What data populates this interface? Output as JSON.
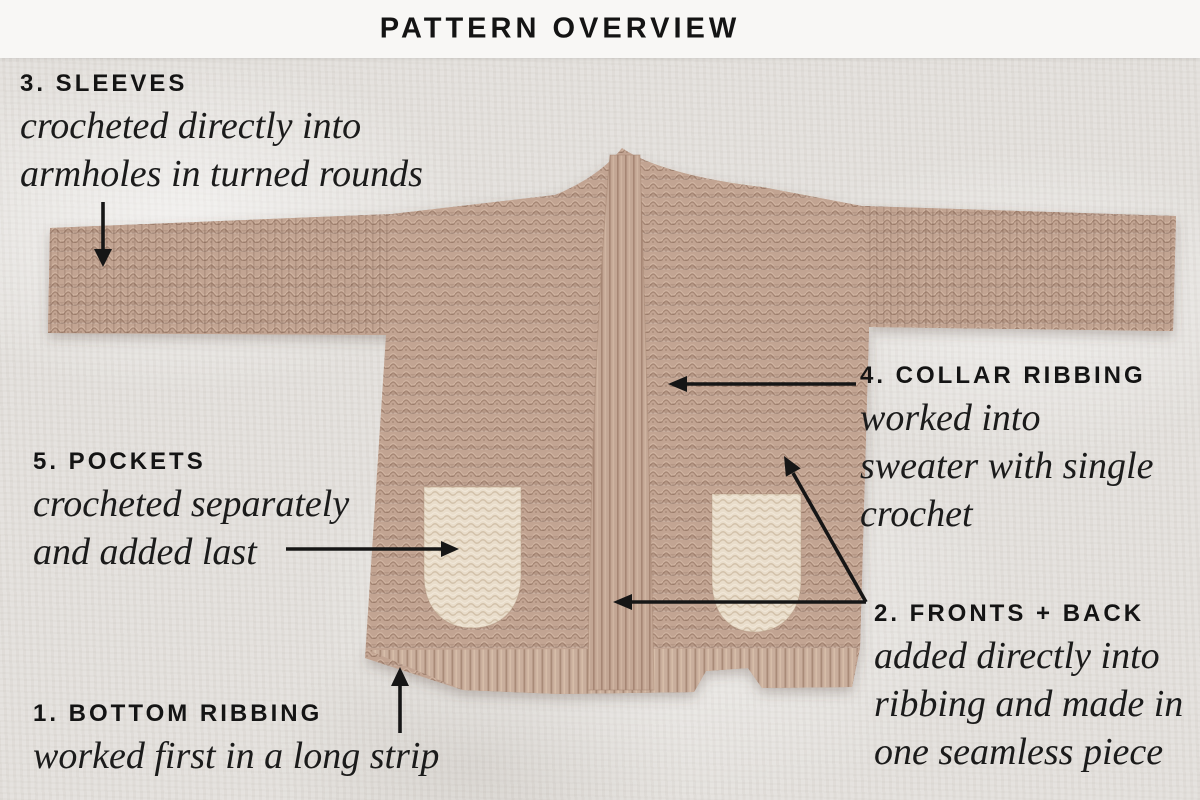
{
  "title": "PATTERN OVERVIEW",
  "labels": {
    "sleeves": {
      "heading": "3. SLEEVES",
      "description": "crocheted directly into\narmholes in turned rounds"
    },
    "pockets": {
      "heading": "5. POCKETS",
      "description": "crocheted separately\nand added last"
    },
    "bottom_ribbing": {
      "heading": "1. BOTTOM RIBBING",
      "description": "worked first in a long strip"
    },
    "collar_ribbing": {
      "heading": "4. COLLAR RIBBING",
      "description": "worked into\nsweater with single\ncrochet"
    },
    "fronts_back": {
      "heading": "2. FRONTS + BACK",
      "description": "added directly into\nribbing and made in\none seamless piece"
    }
  },
  "figure": {
    "subject": "tan crochet cardigan laid flat on white linen cloth",
    "parts": [
      "left sleeve",
      "right sleeve",
      "fronts and back body",
      "collar front band",
      "bottom ribbing",
      "left pocket",
      "right pocket"
    ]
  },
  "colors": {
    "background_linen": "#e3e0dc",
    "banner": "#f8f7f5",
    "text": "#161616",
    "arrow": "#161616",
    "sweater_yarn": "#c2a492",
    "ribbing_yarn": "#c9ae9c",
    "pocket_yarn": "#e9ddcb"
  }
}
